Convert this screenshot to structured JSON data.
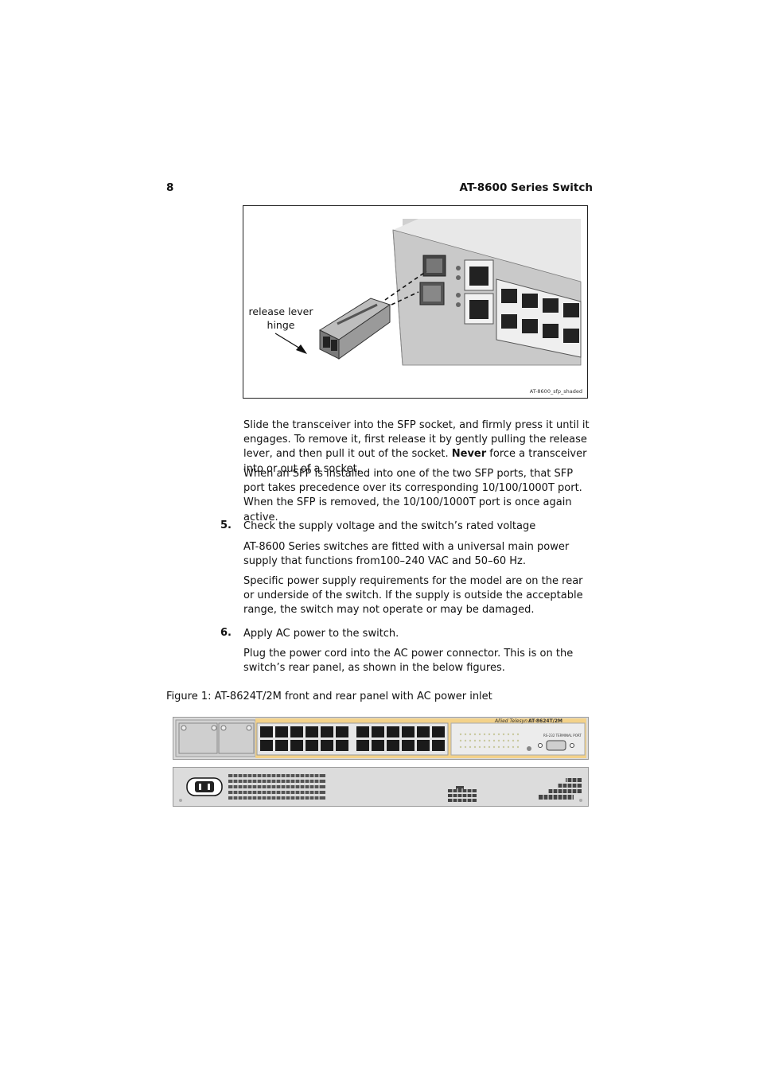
{
  "header": {
    "page_number": "8",
    "title": "AT-8600 Series Switch"
  },
  "figure_top": {
    "callout_label_line1": "release lever",
    "callout_label_line2": "hinge",
    "image_id_label": "AT-8600_sfp_shaded"
  },
  "paragraphs": {
    "p1_before": "Slide the transceiver into the SFP socket, and firmly press it until it engages. To remove it, first release it by gently pulling the release lever, and then pull it out of the socket. ",
    "p1_bold": "Never",
    "p1_after": " force a transceiver into or out of a socket.",
    "p2": "When an SFP is installed into one of the two SFP ports, that SFP port takes precedence over its corresponding 10/100/1000T port. When the SFP is removed, the 10/100/1000T port is once again active.",
    "step5_number": "5.",
    "step5_text": "Check the supply voltage and the switch’s rated voltage",
    "p3": "AT-8600 Series switches are fitted with a universal main power supply that functions from100–240 VAC and 50–60 Hz.",
    "p4": "Specific power supply requirements for the model are on the rear or underside of the switch. If the supply is outside the acceptable range, the switch may not operate or may be damaged.",
    "step6_number": "6.",
    "step6_text": "Apply AC power to the switch.",
    "p5": "Plug the power cord into the AC power connector. This is on the switch’s rear panel, as shown in the below figures."
  },
  "figure_bottom": {
    "caption": "Figure 1: AT-8624T/2M front and rear panel with AC power inlet",
    "brand_text": "Allied Telesyn",
    "model_text": "AT-8624T/2M",
    "console_text": "RS-232 TERMINAL PORT",
    "colors": {
      "front_accent": "#f2c46a",
      "panel_grey": "#d9d9d9",
      "port_black": "#1a1a1a"
    }
  }
}
